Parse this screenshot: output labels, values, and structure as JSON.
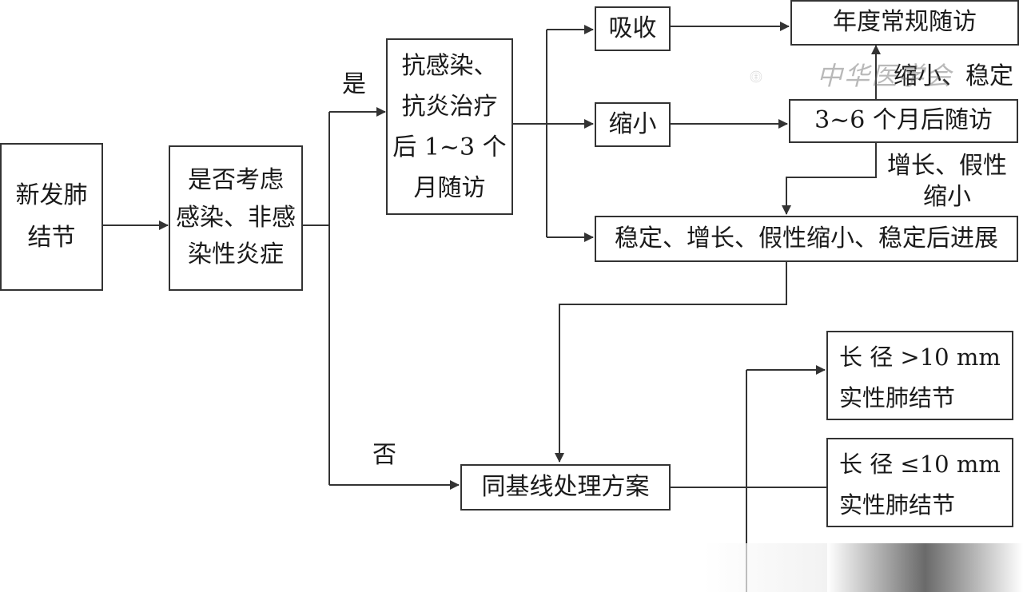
{
  "nodes": {
    "new_nodule": "新发肺\n结节",
    "consider": "是否考虑\n感染、非感\n染性炎症",
    "treat": "抗感染、\n抗炎治疗\n后 1~3 个\n月随访",
    "absorb": "吸收",
    "shrink": "缩小",
    "stable_etc": "稳定、增长、假性缩小、稳定后进展",
    "annual": "年度常规随访",
    "followup_3_6": "3~6 个月后随访",
    "baseline": "同基线处理方案",
    "gt10": "长 径 >10  mm\n实性肺结节",
    "le10": "长 径 ≤10  mm\n实性肺结节"
  },
  "labels": {
    "yes": "是",
    "no": "否",
    "shrink_stable": "缩小、稳定",
    "grow_pseudo": "增长、假性\n缩小"
  },
  "watermark": {
    "text": "中华医学会"
  },
  "colors": {
    "line": "#333333",
    "border": "#333333",
    "text": "#1a1a1a"
  }
}
